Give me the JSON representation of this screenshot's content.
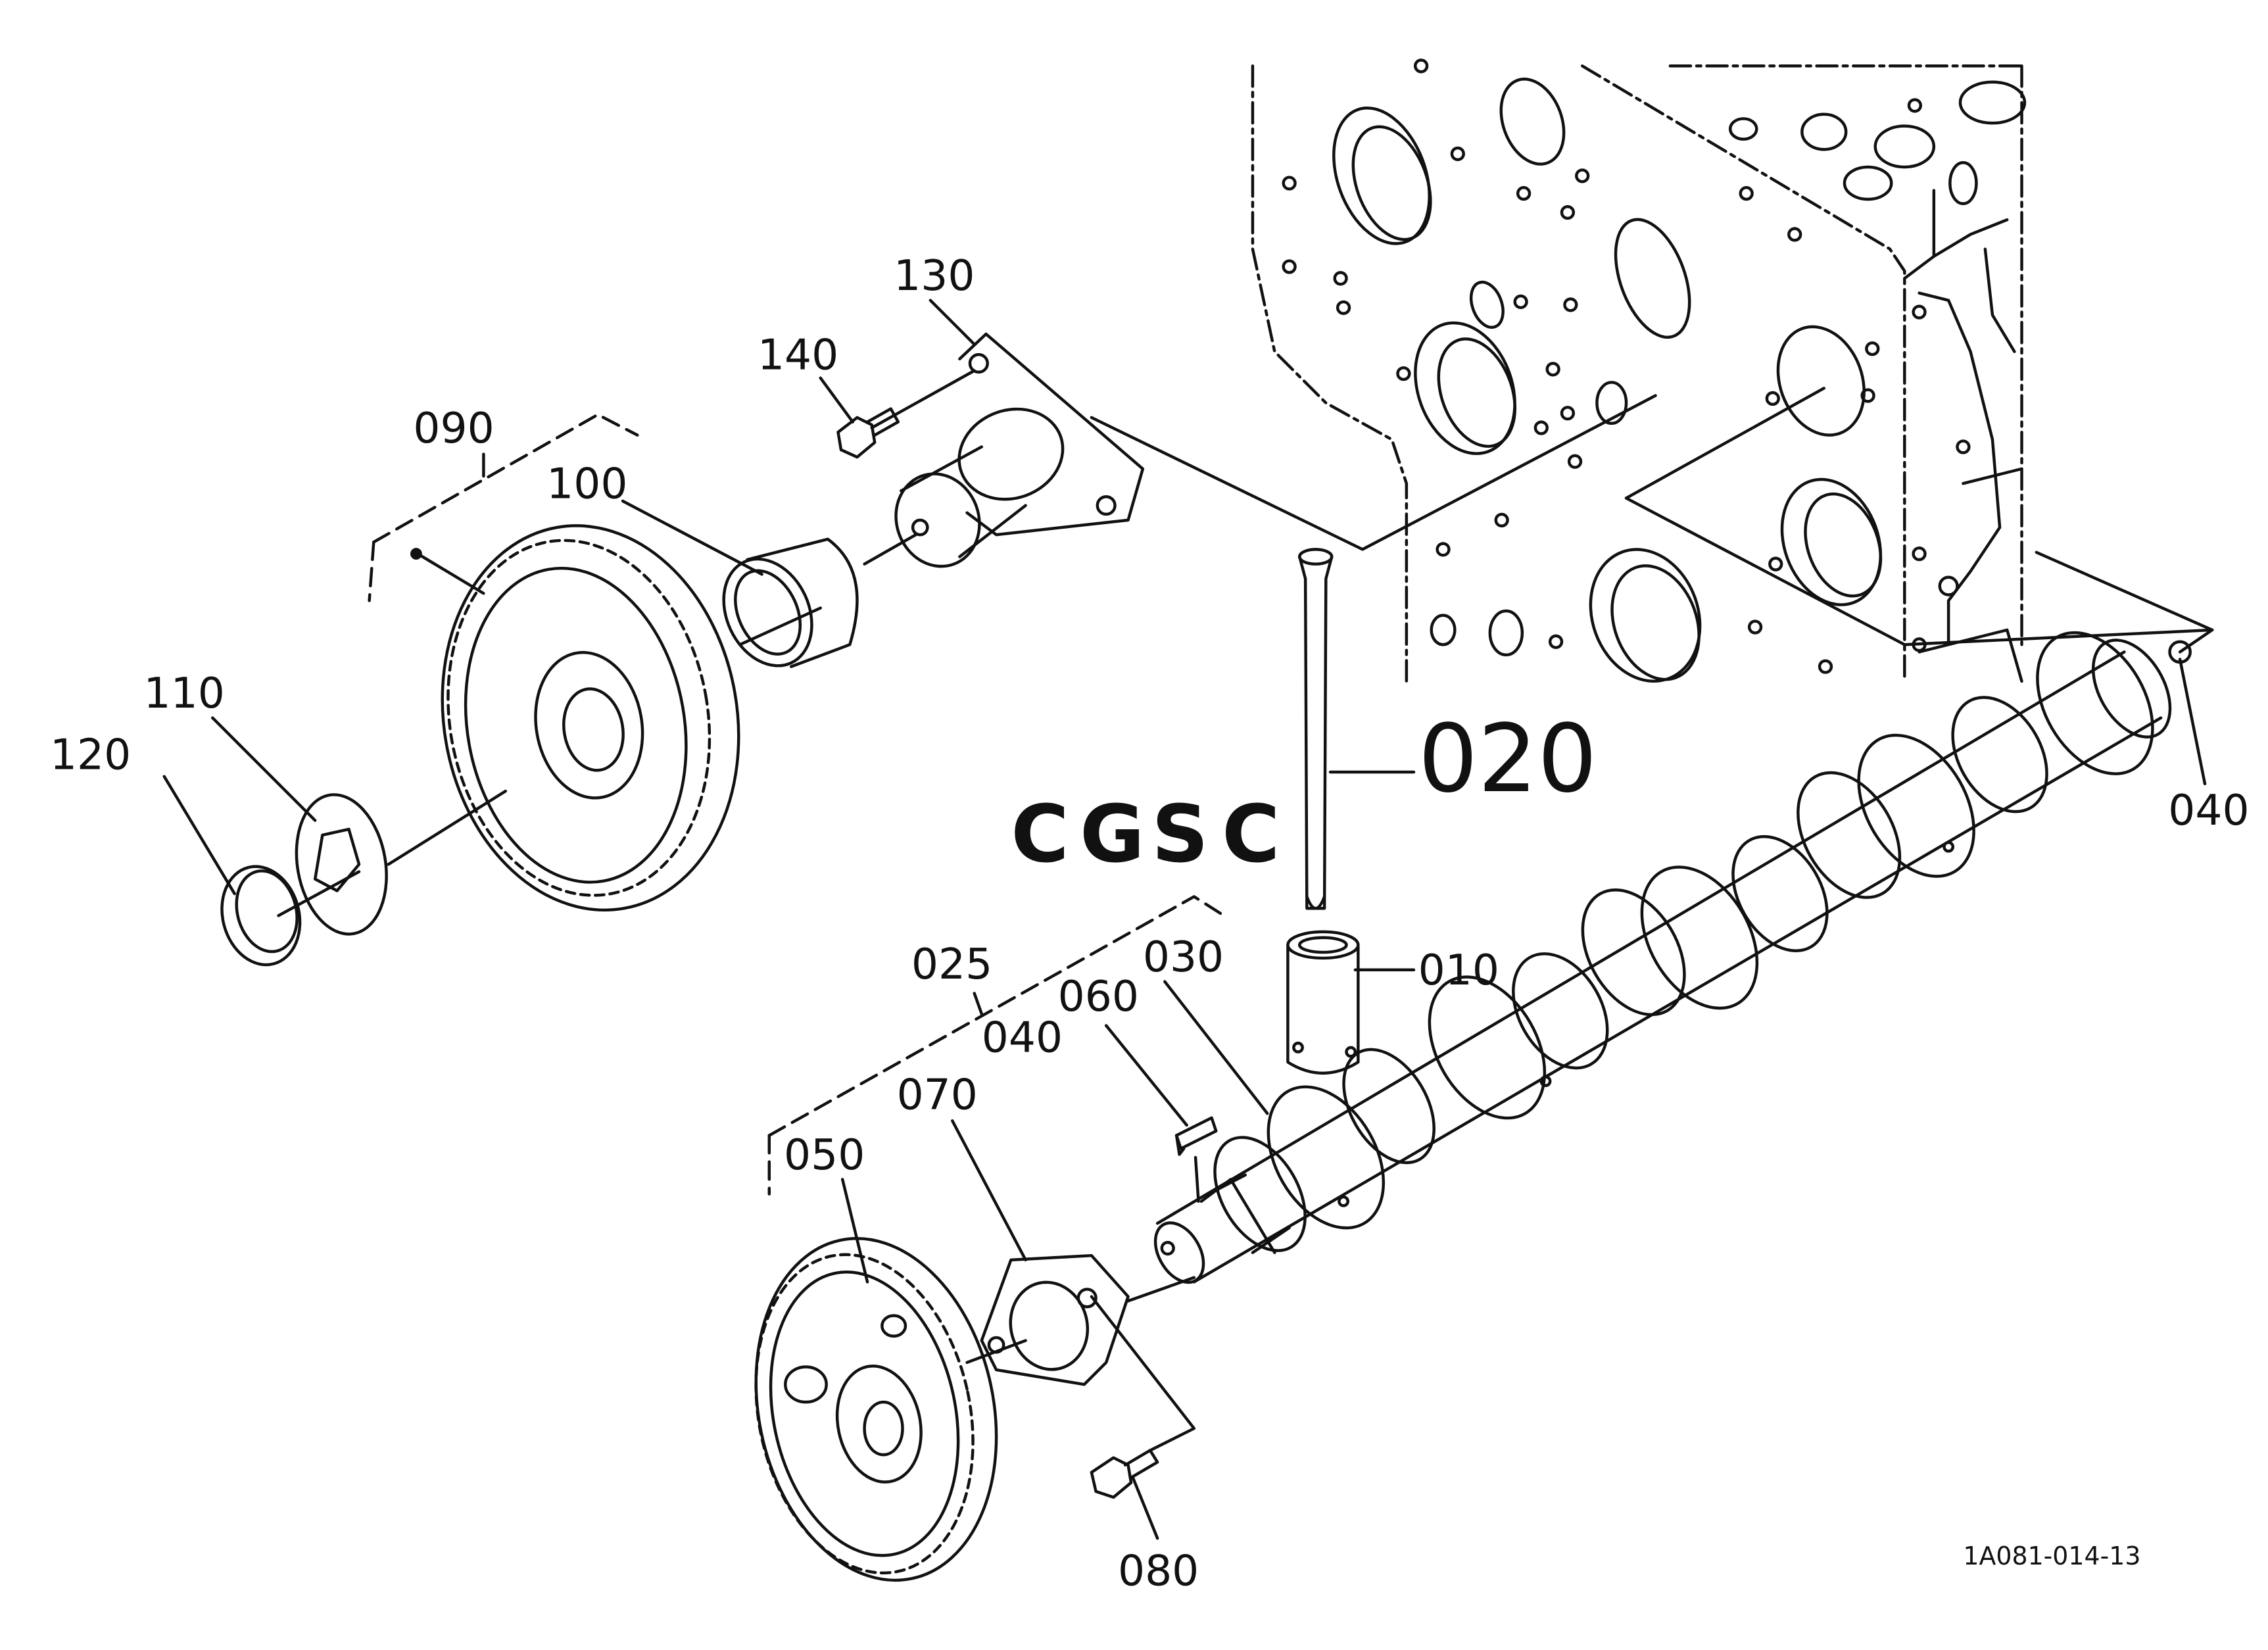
{
  "labels": {
    "p010": "010",
    "p020": "020",
    "p025": "025",
    "p030": "030",
    "p040a": "040",
    "p040b": "040",
    "p050": "050",
    "p060": "060",
    "p070": "070",
    "p080": "080",
    "p090": "090",
    "p100": "100",
    "p110": "110",
    "p120": "120",
    "p130": "130",
    "p140": "140"
  },
  "reference_code": "1A081-014-13",
  "watermark": {
    "letters": [
      "C",
      "G",
      "S",
      "C"
    ],
    "colors": [
      "#6a9ee6",
      "#e8908a",
      "#f2cf63",
      "#7ec8a4"
    ]
  }
}
